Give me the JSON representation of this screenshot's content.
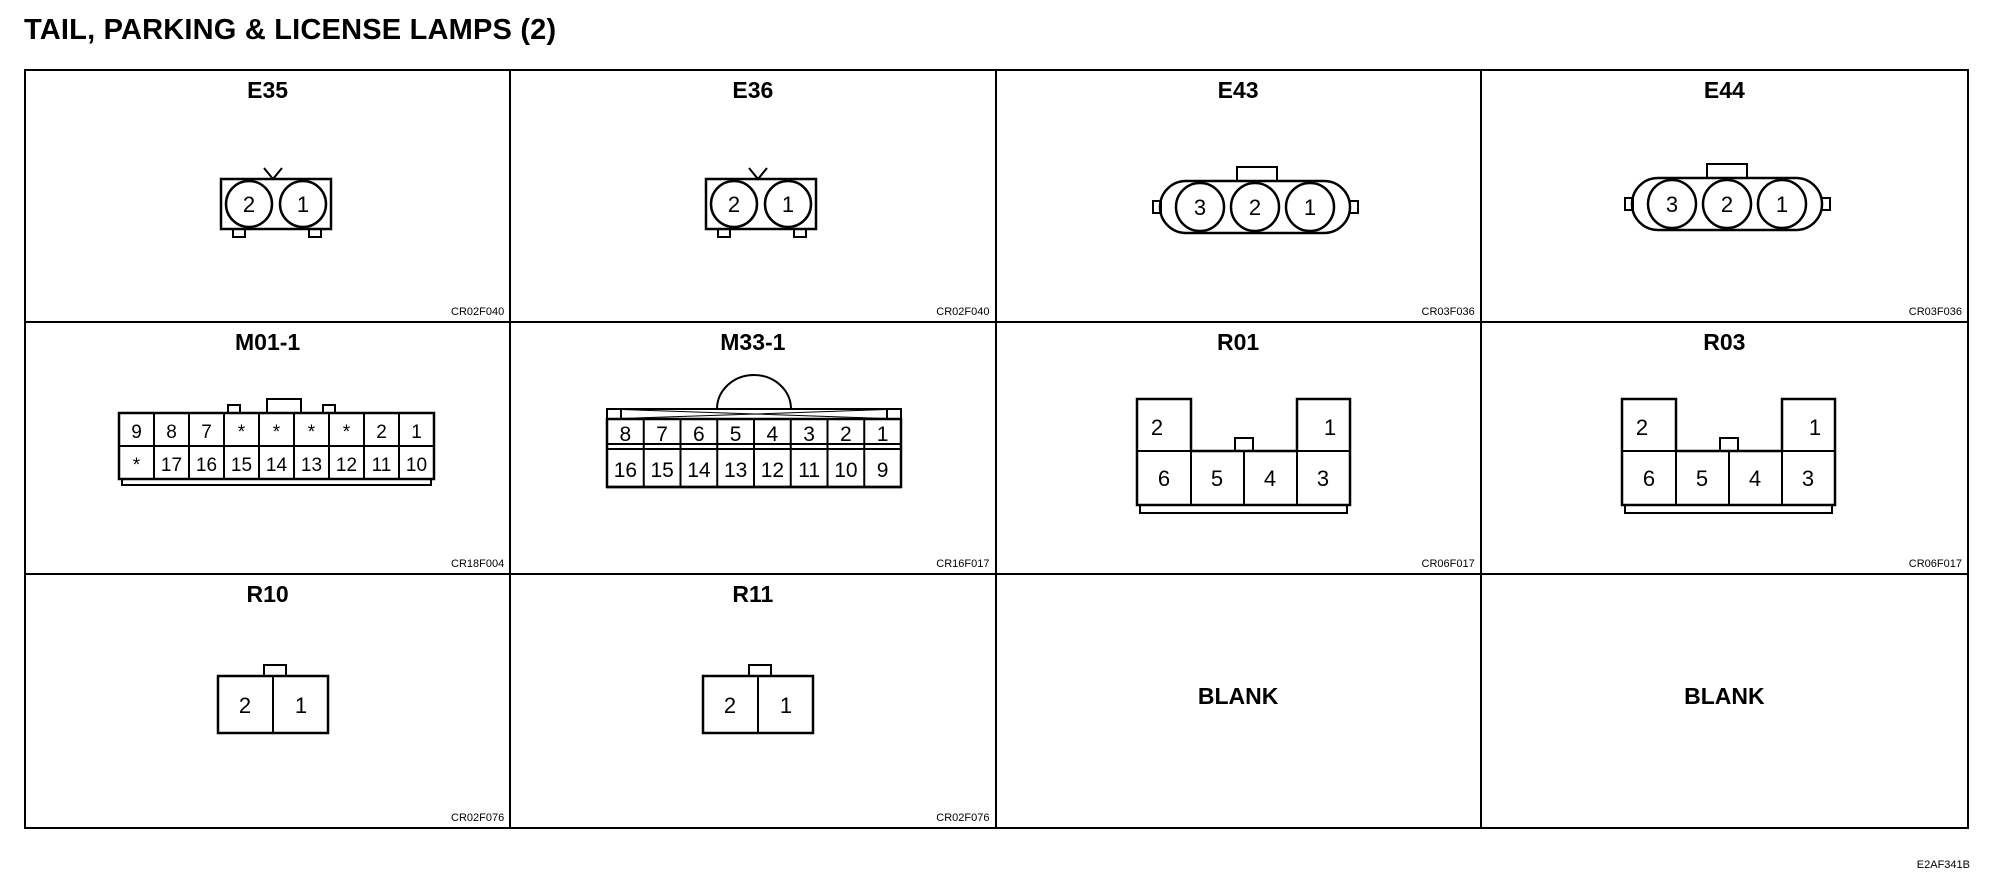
{
  "page": {
    "title": "TAIL, PARKING & LICENSE LAMPS (2)",
    "figure_code": "E2AF341B"
  },
  "cells": [
    {
      "name": "E35",
      "code": "CR02F040",
      "pins": [
        "2",
        "1"
      ]
    },
    {
      "name": "E36",
      "code": "CR02F040",
      "pins": [
        "2",
        "1"
      ]
    },
    {
      "name": "E43",
      "code": "CR03F036",
      "pins": [
        "3",
        "2",
        "1"
      ]
    },
    {
      "name": "E44",
      "code": "CR03F036",
      "pins": [
        "3",
        "2",
        "1"
      ]
    },
    {
      "name": "M01-1",
      "code": "CR18F004",
      "top_row": [
        "9",
        "8",
        "7",
        "*",
        "*",
        "*",
        "*",
        "2",
        "1"
      ],
      "bottom_row": [
        "*",
        "17",
        "16",
        "15",
        "14",
        "13",
        "12",
        "11",
        "10"
      ]
    },
    {
      "name": "M33-1",
      "code": "CR16F017",
      "top_row": [
        "8",
        "7",
        "6",
        "5",
        "4",
        "3",
        "2",
        "1"
      ],
      "bottom_row": [
        "16",
        "15",
        "14",
        "13",
        "12",
        "11",
        "10",
        "9"
      ]
    },
    {
      "name": "R01",
      "code": "CR06F017",
      "top_row": [
        "2",
        "1"
      ],
      "bottom_row": [
        "6",
        "5",
        "4",
        "3"
      ]
    },
    {
      "name": "R03",
      "code": "CR06F017",
      "top_row": [
        "2",
        "1"
      ],
      "bottom_row": [
        "6",
        "5",
        "4",
        "3"
      ]
    },
    {
      "name": "R10",
      "code": "CR02F076",
      "pins": [
        "2",
        "1"
      ]
    },
    {
      "name": "R11",
      "code": "CR02F076",
      "pins": [
        "2",
        "1"
      ]
    },
    {
      "name": "",
      "code": "",
      "blank_label": "BLANK"
    },
    {
      "name": "",
      "code": "",
      "blank_label": "BLANK"
    }
  ]
}
